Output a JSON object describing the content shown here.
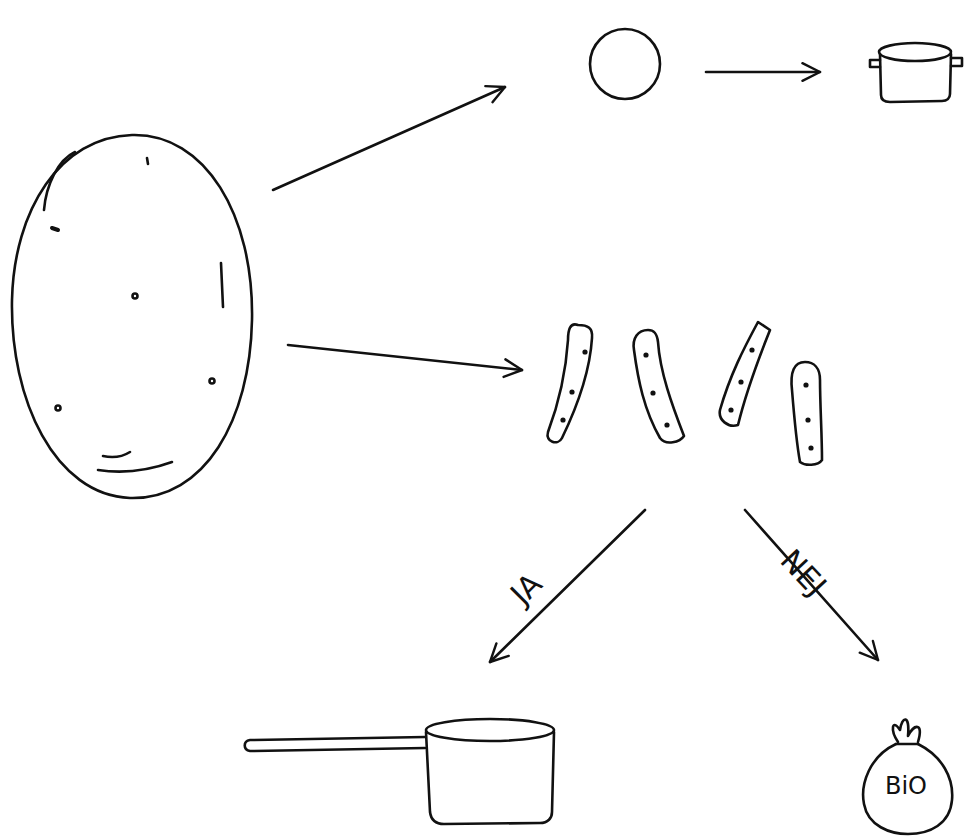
{
  "diagram": {
    "nodes": [
      {
        "text": [
          "BiO"
        ]
      }
    ],
    "labels": [
      "JA",
      "NEJ"
    ]
  }
}
